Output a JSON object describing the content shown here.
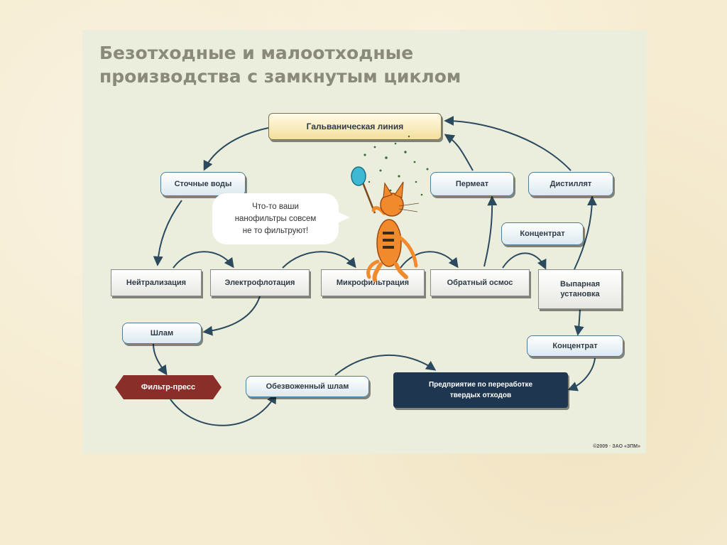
{
  "title": {
    "line1": "Безотходные и малоотходные",
    "line2": "производства с замкнутым циклом"
  },
  "nodes": {
    "galvanic_line": "Гальваническая линия",
    "wastewater": "Сточные воды",
    "permeate": "Пермеат",
    "distillate": "Дистиллят",
    "concentrate_upper": "Концентрат",
    "neutralization": "Нейтрализация",
    "electroflotation": "Электрофлотация",
    "microfiltration": "Микрофильтрация",
    "reverse_osmosis": "Обратный осмос",
    "evaporator_line1": "Выпарная",
    "evaporator_line2": "установка",
    "sludge": "Шлам",
    "concentrate_lower": "Концентрат",
    "filter_press": "Фильтр-пресс",
    "dewatered_sludge": "Обезвоженный шлам",
    "enterprise_line1": "Предприятие по переработке",
    "enterprise_line2": "твердых отходов"
  },
  "speech_bubble": {
    "line1": "Что-то ваши",
    "line2": "нанофильтры совсем",
    "line3": "не то фильтруют!"
  },
  "copyright": "©2009 · ЗАО «ЗПМ»",
  "colors": {
    "arrow": "#2b4a5e",
    "pill_border": "#4f7c96",
    "filter_press": "#8a2e2a",
    "enterprise": "#1f3650",
    "galvanic_fill": "#f3df9c",
    "cat_orange": "#f08a2c"
  }
}
